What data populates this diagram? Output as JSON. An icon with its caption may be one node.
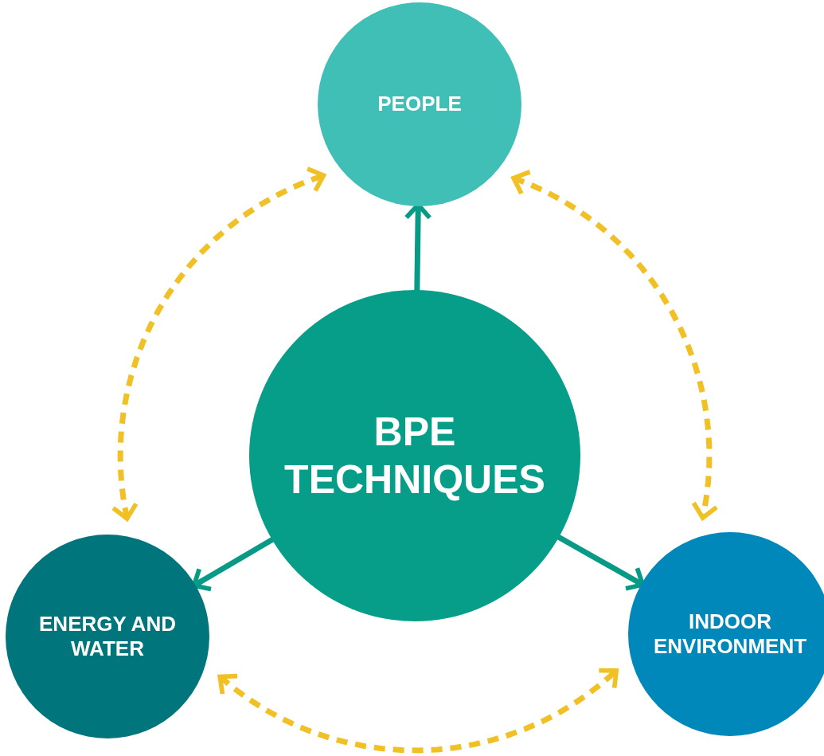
{
  "diagram": {
    "nodes": [
      {
        "text": [
          "BPE TECHNIQUES"
        ]
      },
      {
        "text": [
          "PEOPLE"
        ]
      },
      {
        "text": [
          "ENERGY AND WATER"
        ]
      },
      {
        "text": [
          "INDOOR ENVIRONMENT"
        ]
      }
    ],
    "edges": [
      {
        "from": 0,
        "to": 1,
        "arrow": "to"
      },
      {
        "from": 0,
        "to": 2,
        "arrow": "to"
      },
      {
        "from": 0,
        "to": 3,
        "arrow": "to"
      },
      {
        "from": 2,
        "to": 1,
        "arrow": "both",
        "style": "dashed",
        "color": "#f0c024"
      },
      {
        "from": 1,
        "to": 3,
        "arrow": "both",
        "style": "dashed",
        "color": "#f0c024"
      },
      {
        "from": 2,
        "to": 3,
        "arrow": "both",
        "style": "dashed",
        "color": "#f0c024"
      }
    ]
  }
}
